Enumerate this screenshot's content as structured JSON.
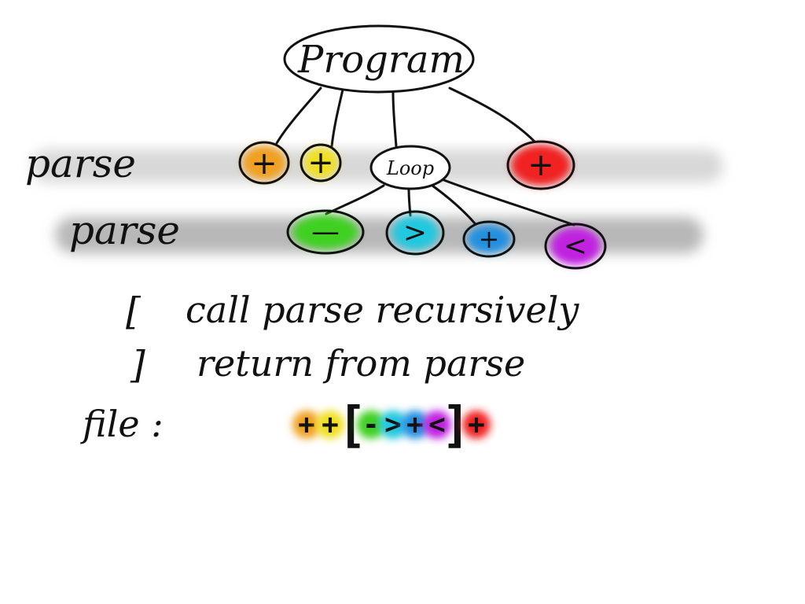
{
  "tree": {
    "root": "Program",
    "loop": "Loop",
    "level1": [
      {
        "symbol": "+",
        "color": "#f0a020"
      },
      {
        "symbol": "+",
        "color": "#f0e020"
      },
      {
        "symbol": "+",
        "color": "#f02020"
      }
    ],
    "level2": [
      {
        "symbol": "—",
        "color": "#40d020"
      },
      {
        "symbol": ">",
        "color": "#20c8e0"
      },
      {
        "symbol": "+",
        "color": "#2090e0"
      },
      {
        "symbol": "<",
        "color": "#c020e0"
      }
    ]
  },
  "bands": [
    {
      "label": "parse",
      "color": "#d8d8d8"
    },
    {
      "label": "parse",
      "color": "#b8b8b8"
    }
  ],
  "notes": {
    "open_symbol": "[",
    "open_text": "call parse recursively",
    "close_symbol": "]",
    "close_text": "return from parse"
  },
  "file": {
    "label": "file :",
    "tokens": [
      {
        "char": "+",
        "color": "#f0a020"
      },
      {
        "char": "+",
        "color": "#f0e020"
      },
      {
        "char": "[",
        "color": ""
      },
      {
        "char": "-",
        "color": "#40d020"
      },
      {
        "char": ">",
        "color": "#20c8e0"
      },
      {
        "char": "+",
        "color": "#2090e0"
      },
      {
        "char": "<",
        "color": "#c020e0"
      },
      {
        "char": "]",
        "color": ""
      },
      {
        "char": "+",
        "color": "#f02020"
      }
    ]
  }
}
